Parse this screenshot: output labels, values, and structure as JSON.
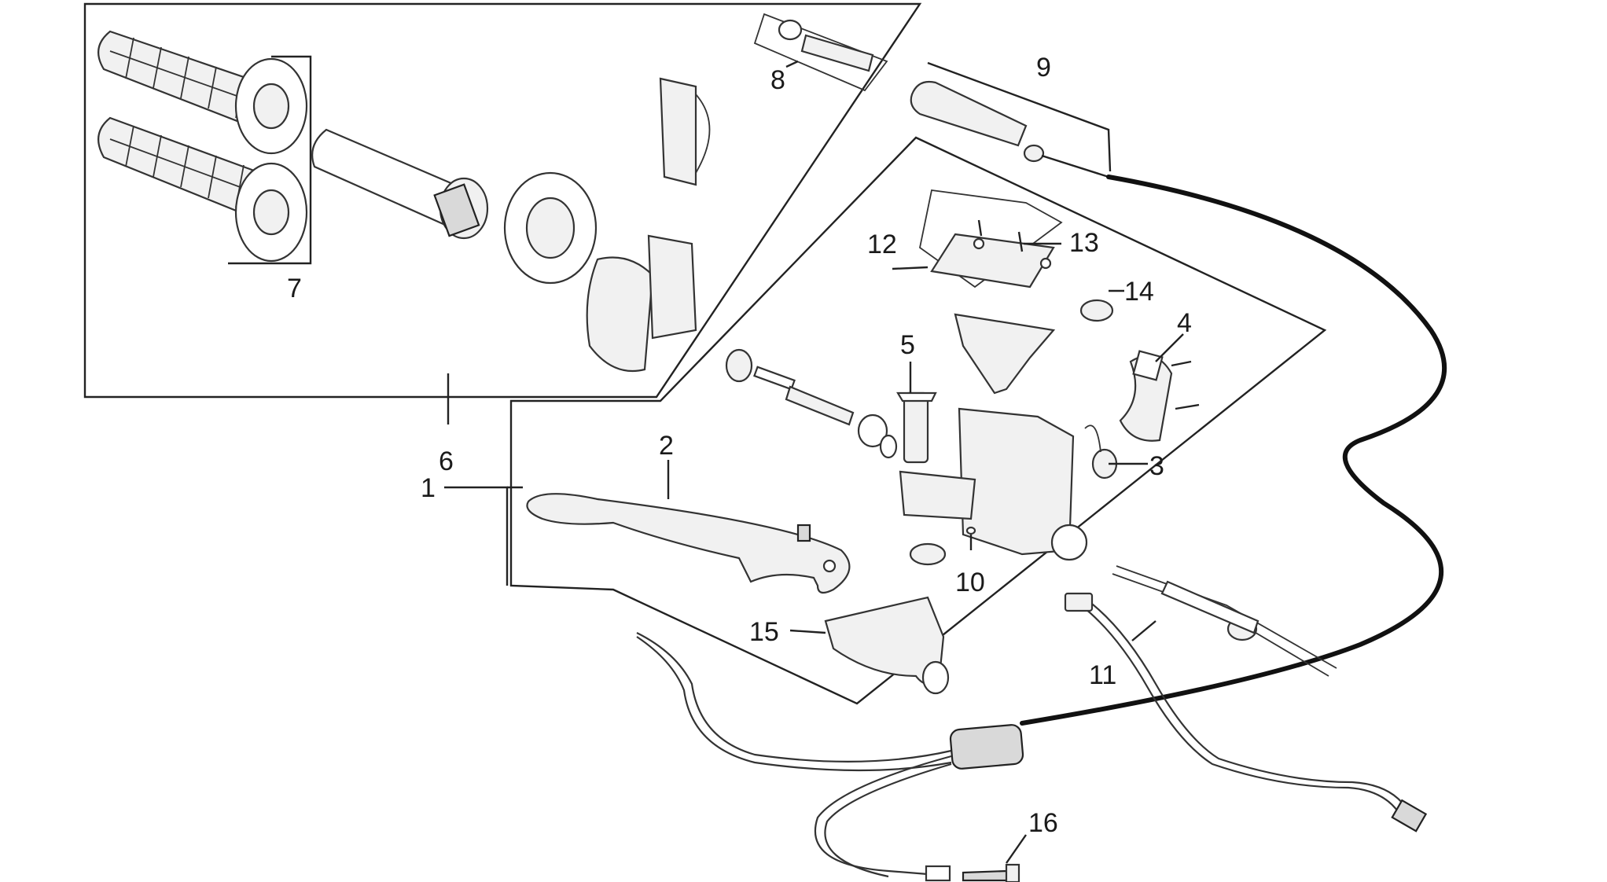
{
  "callouts": [
    {
      "id": "1",
      "label": "1"
    },
    {
      "id": "2",
      "label": "2"
    },
    {
      "id": "3",
      "label": "3"
    },
    {
      "id": "4",
      "label": "4"
    },
    {
      "id": "5",
      "label": "5"
    },
    {
      "id": "6",
      "label": "6"
    },
    {
      "id": "7",
      "label": "7"
    },
    {
      "id": "8",
      "label": "8"
    },
    {
      "id": "9",
      "label": "9"
    },
    {
      "id": "10",
      "label": "10"
    },
    {
      "id": "11",
      "label": "11"
    },
    {
      "id": "12",
      "label": "12"
    },
    {
      "id": "13",
      "label": "13"
    },
    {
      "id": "14",
      "label": "14"
    },
    {
      "id": "15",
      "label": "15"
    },
    {
      "id": "16",
      "label": "16"
    }
  ],
  "colors": {
    "line": "#222222",
    "part_fill": "#f1f1f1",
    "background": "#ffffff"
  }
}
